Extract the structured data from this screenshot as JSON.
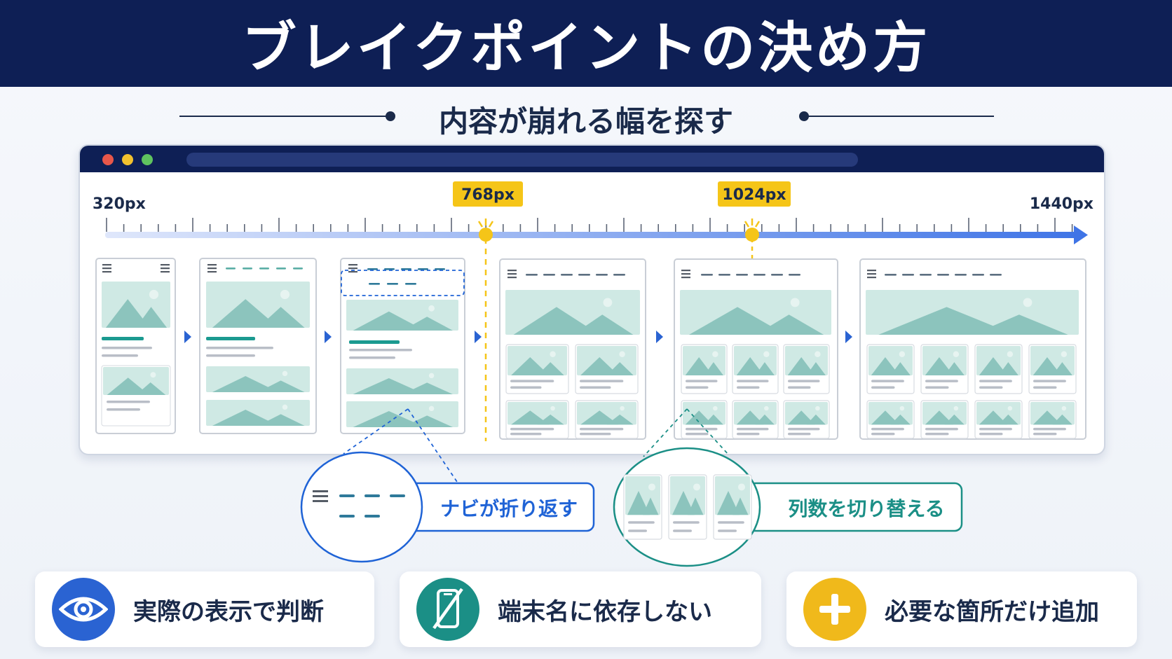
{
  "title": "ブレイクポイントの決め方",
  "subtitle": "内容が崩れる幅を探す",
  "ruler": {
    "start_label": "320px",
    "end_label": "1440px",
    "breakpoints": [
      "768px",
      "1024px"
    ]
  },
  "callouts": [
    {
      "label": "ナビが折り返す",
      "color": "#1f63d6"
    },
    {
      "label": "列数を切り替える",
      "color": "#1b8f86"
    }
  ],
  "features": [
    {
      "label": "実際の表示で判断",
      "icon": "eye-icon",
      "color": "#2a63d2"
    },
    {
      "label": "端末名に依存しない",
      "icon": "phone-slash-icon",
      "color": "#1b8f86"
    },
    {
      "label": "必要な箇所だけ追加",
      "icon": "plus-icon",
      "color": "#f0b91b"
    }
  ],
  "colors": {
    "navy": "#0e1f55",
    "accent_blue": "#3f74e6",
    "teal": "#1b8f86",
    "mint": "#cfe9e4",
    "mountain": "#8cc4bd",
    "breakpoint_yellow": "#f5c518"
  }
}
